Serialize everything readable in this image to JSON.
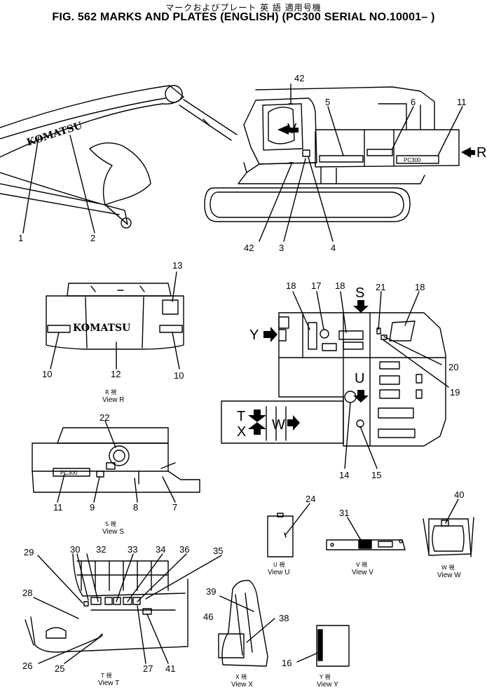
{
  "header": {
    "japanese": "マークおよびプレート 英 語 適用号機",
    "title": "FIG. 562  MARKS AND PLATES (ENGLISH) (PC300 SERIAL NO.10001– )"
  },
  "brand": {
    "boom_logo": "KOMATSU",
    "rear_logo": "KOMATSU",
    "model_plate": "PC300"
  },
  "callouts": {
    "n1": "1",
    "n2": "2",
    "n3": "3",
    "n4": "4",
    "n5": "5",
    "n6": "6",
    "n7": "7",
    "n8": "8",
    "n9": "9",
    "n10a": "10",
    "n10b": "10",
    "n11a": "11",
    "n11b": "11",
    "n12": "12",
    "n13": "13",
    "n14": "14",
    "n15": "15",
    "n16": "16",
    "n17": "17",
    "n18a": "18",
    "n18b": "18",
    "n18c": "18",
    "n19": "19",
    "n20": "20",
    "n21": "21",
    "n22": "22",
    "n24": "24",
    "n25": "25",
    "n26": "26",
    "n27": "27",
    "n28": "28",
    "n29": "29",
    "n30": "30",
    "n31": "31",
    "n32": "32",
    "n33": "33",
    "n34": "34",
    "n35": "35",
    "n36": "36",
    "n38": "38",
    "n39": "39",
    "n40": "40",
    "n41": "41",
    "n42a": "42",
    "n42b": "42",
    "n46": "46"
  },
  "view_arrows": {
    "v": "V",
    "r": "R",
    "s": "S",
    "y": "Y",
    "u": "U",
    "t": "T",
    "x": "X",
    "w": "W"
  },
  "captions": {
    "r_jp": "R 視",
    "r_en": "View R",
    "s_jp": "S 視",
    "s_en": "View S",
    "t_jp": "T 視",
    "t_en": "View T",
    "u_jp": "U 視",
    "u_en": "View U",
    "v_jp": "V 視",
    "v_en": "View V",
    "w_jp": "W 視",
    "w_en": "View W",
    "x_jp": "X 視",
    "x_en": "View X",
    "y_jp": "Y 視",
    "y_en": "View Y"
  }
}
